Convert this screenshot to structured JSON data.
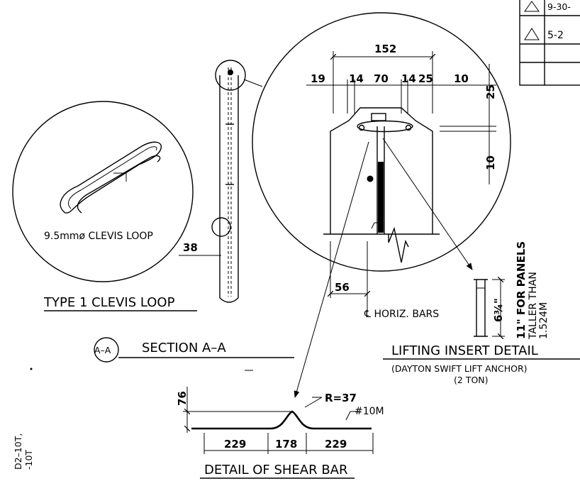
{
  "revision_table": {
    "rev1_text": "9-30-",
    "rev2_text": "5-2"
  },
  "clevis_detail": {
    "loop_label": "9.5mmø CLEVIS LOOP",
    "title": "TYPE 1 CLEVIS LOOP"
  },
  "panel_section": {
    "dim_38": "38",
    "title": "SECTION A–A",
    "bubble": "A–A"
  },
  "enlarged_detail": {
    "dim_152": "152",
    "dim_19": "19",
    "dim_14a": "14",
    "dim_70": "70",
    "dim_14b": "14",
    "dim_25": "25",
    "dim_10a": "10",
    "dim_25v": "25",
    "dim_10v": "10",
    "dim_56": "56",
    "horiz_bars": "℄ HORIZ. BARS"
  },
  "lifting_insert": {
    "dim_length": "6¾\"",
    "note_line1": "11\" FOR PANELS",
    "note_line2": "TALLER THAN",
    "note_line3": "1.524M",
    "title": "LIFTING INSERT DETAIL",
    "sub1": "(DAYTON SWIFT LIFT ANCHOR)",
    "sub2": "(2 TON)"
  },
  "shear_bar": {
    "dim_76": "76",
    "radius": "R=37",
    "bar_size": "#10M",
    "dim_229a": "229",
    "dim_178": "178",
    "dim_229b": "229",
    "title": "DETAIL OF SHEAR BAR"
  },
  "margin_note": {
    "line1": "D2–10T,",
    "line2": "-10T"
  }
}
